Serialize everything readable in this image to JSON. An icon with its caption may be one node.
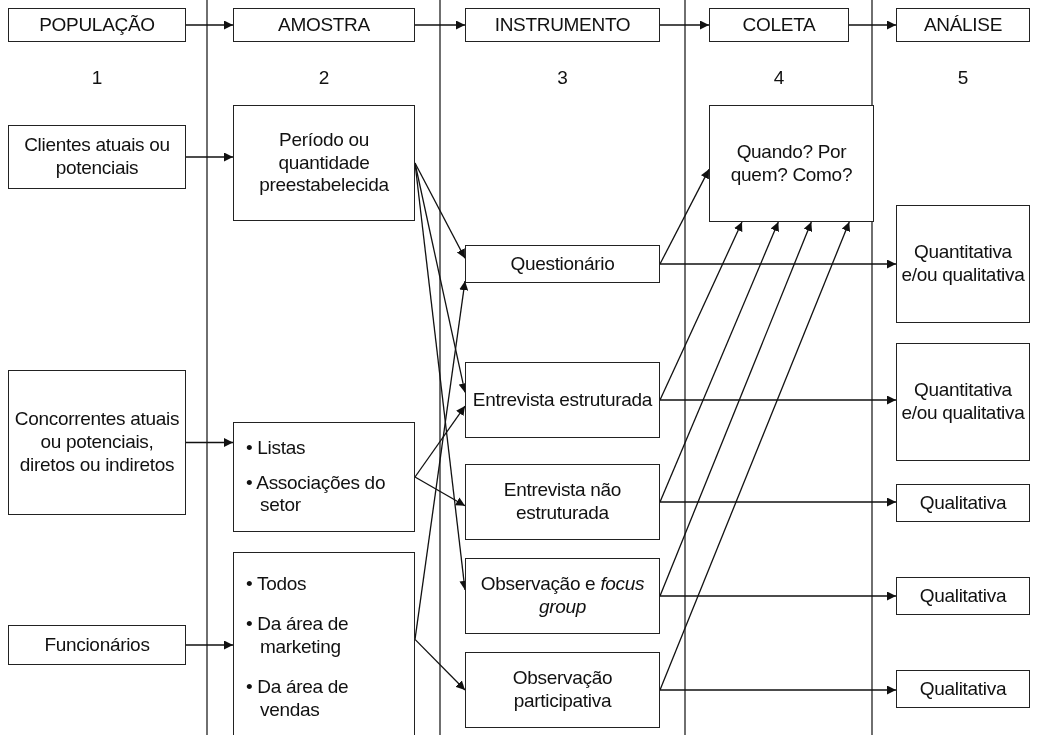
{
  "diagram": {
    "nodes": [
      {
        "text": [
          "POPULAÇÃO"
        ],
        "beside": [
          "1"
        ]
      },
      {
        "text": [
          "AMOSTRA"
        ],
        "beside": [
          "2"
        ]
      },
      {
        "text": [
          "INSTRUMENTO"
        ],
        "beside": [
          "3"
        ]
      },
      {
        "text": [
          "COLETA"
        ],
        "beside": [
          "4"
        ]
      },
      {
        "text": [
          "ANÁLISE"
        ],
        "beside": [
          "5"
        ]
      },
      {
        "text": [
          "Clientes atuais ou potenciais"
        ]
      },
      {
        "text": [
          "Concorrentes atuais ou potenciais, diretos ou indiretos"
        ]
      },
      {
        "text": [
          "Funcionários"
        ]
      },
      {
        "text": [
          "Período ou quantidade preestabelecida"
        ]
      },
      {
        "text": [
          "• Listas",
          "• Associações do setor"
        ]
      },
      {
        "text": [
          "• Todos",
          "• Da área de marketing",
          "• Da área de vendas"
        ]
      },
      {
        "text": [
          "Questionário"
        ]
      },
      {
        "text": [
          "Entrevista estruturada"
        ]
      },
      {
        "text": [
          "Entrevista não estruturada"
        ]
      },
      {
        "text": [
          "Observação e *focus group*"
        ]
      },
      {
        "text": [
          "Observação participativa"
        ]
      },
      {
        "text": [
          "Quando? Por quem? Como?"
        ]
      },
      {
        "text": [
          "Quantitativa e/ou qualitativa"
        ]
      },
      {
        "text": [
          "Quantitativa e/ou qualitativa"
        ]
      },
      {
        "text": [
          "Qualitativa"
        ]
      },
      {
        "text": [
          "Qualitativa"
        ]
      },
      {
        "text": [
          "Qualitativa"
        ]
      }
    ],
    "edges": [
      {
        "from": 0,
        "to": 1,
        "arrow": "to"
      },
      {
        "from": 1,
        "to": 2,
        "arrow": "to"
      },
      {
        "from": 2,
        "to": 3,
        "arrow": "to"
      },
      {
        "from": 3,
        "to": 4,
        "arrow": "to"
      },
      {
        "from": 5,
        "to": 8,
        "arrow": "to"
      },
      {
        "from": 6,
        "to": 9,
        "arrow": "to"
      },
      {
        "from": 7,
        "to": 10,
        "arrow": "to"
      },
      {
        "from": 8,
        "to": 11,
        "arrow": "to"
      },
      {
        "from": 8,
        "to": 12,
        "arrow": "to"
      },
      {
        "from": 8,
        "to": 14,
        "arrow": "to"
      },
      {
        "from": 9,
        "to": 12,
        "arrow": "to"
      },
      {
        "from": 9,
        "to": 13,
        "arrow": "to"
      },
      {
        "from": 10,
        "to": 11,
        "arrow": "to"
      },
      {
        "from": 10,
        "to": 15,
        "arrow": "to"
      },
      {
        "from": 11,
        "to": 16,
        "arrow": "to"
      },
      {
        "from": 12,
        "to": 16,
        "arrow": "to"
      },
      {
        "from": 13,
        "to": 16,
        "arrow": "to"
      },
      {
        "from": 14,
        "to": 16,
        "arrow": "to"
      },
      {
        "from": 15,
        "to": 16,
        "arrow": "to"
      },
      {
        "from": 11,
        "to": 17,
        "arrow": "to"
      },
      {
        "from": 12,
        "to": 18,
        "arrow": "to"
      },
      {
        "from": 13,
        "to": 19,
        "arrow": "to"
      },
      {
        "from": 14,
        "to": 20,
        "arrow": "to"
      },
      {
        "from": 15,
        "to": 21,
        "arrow": "to"
      }
    ]
  }
}
